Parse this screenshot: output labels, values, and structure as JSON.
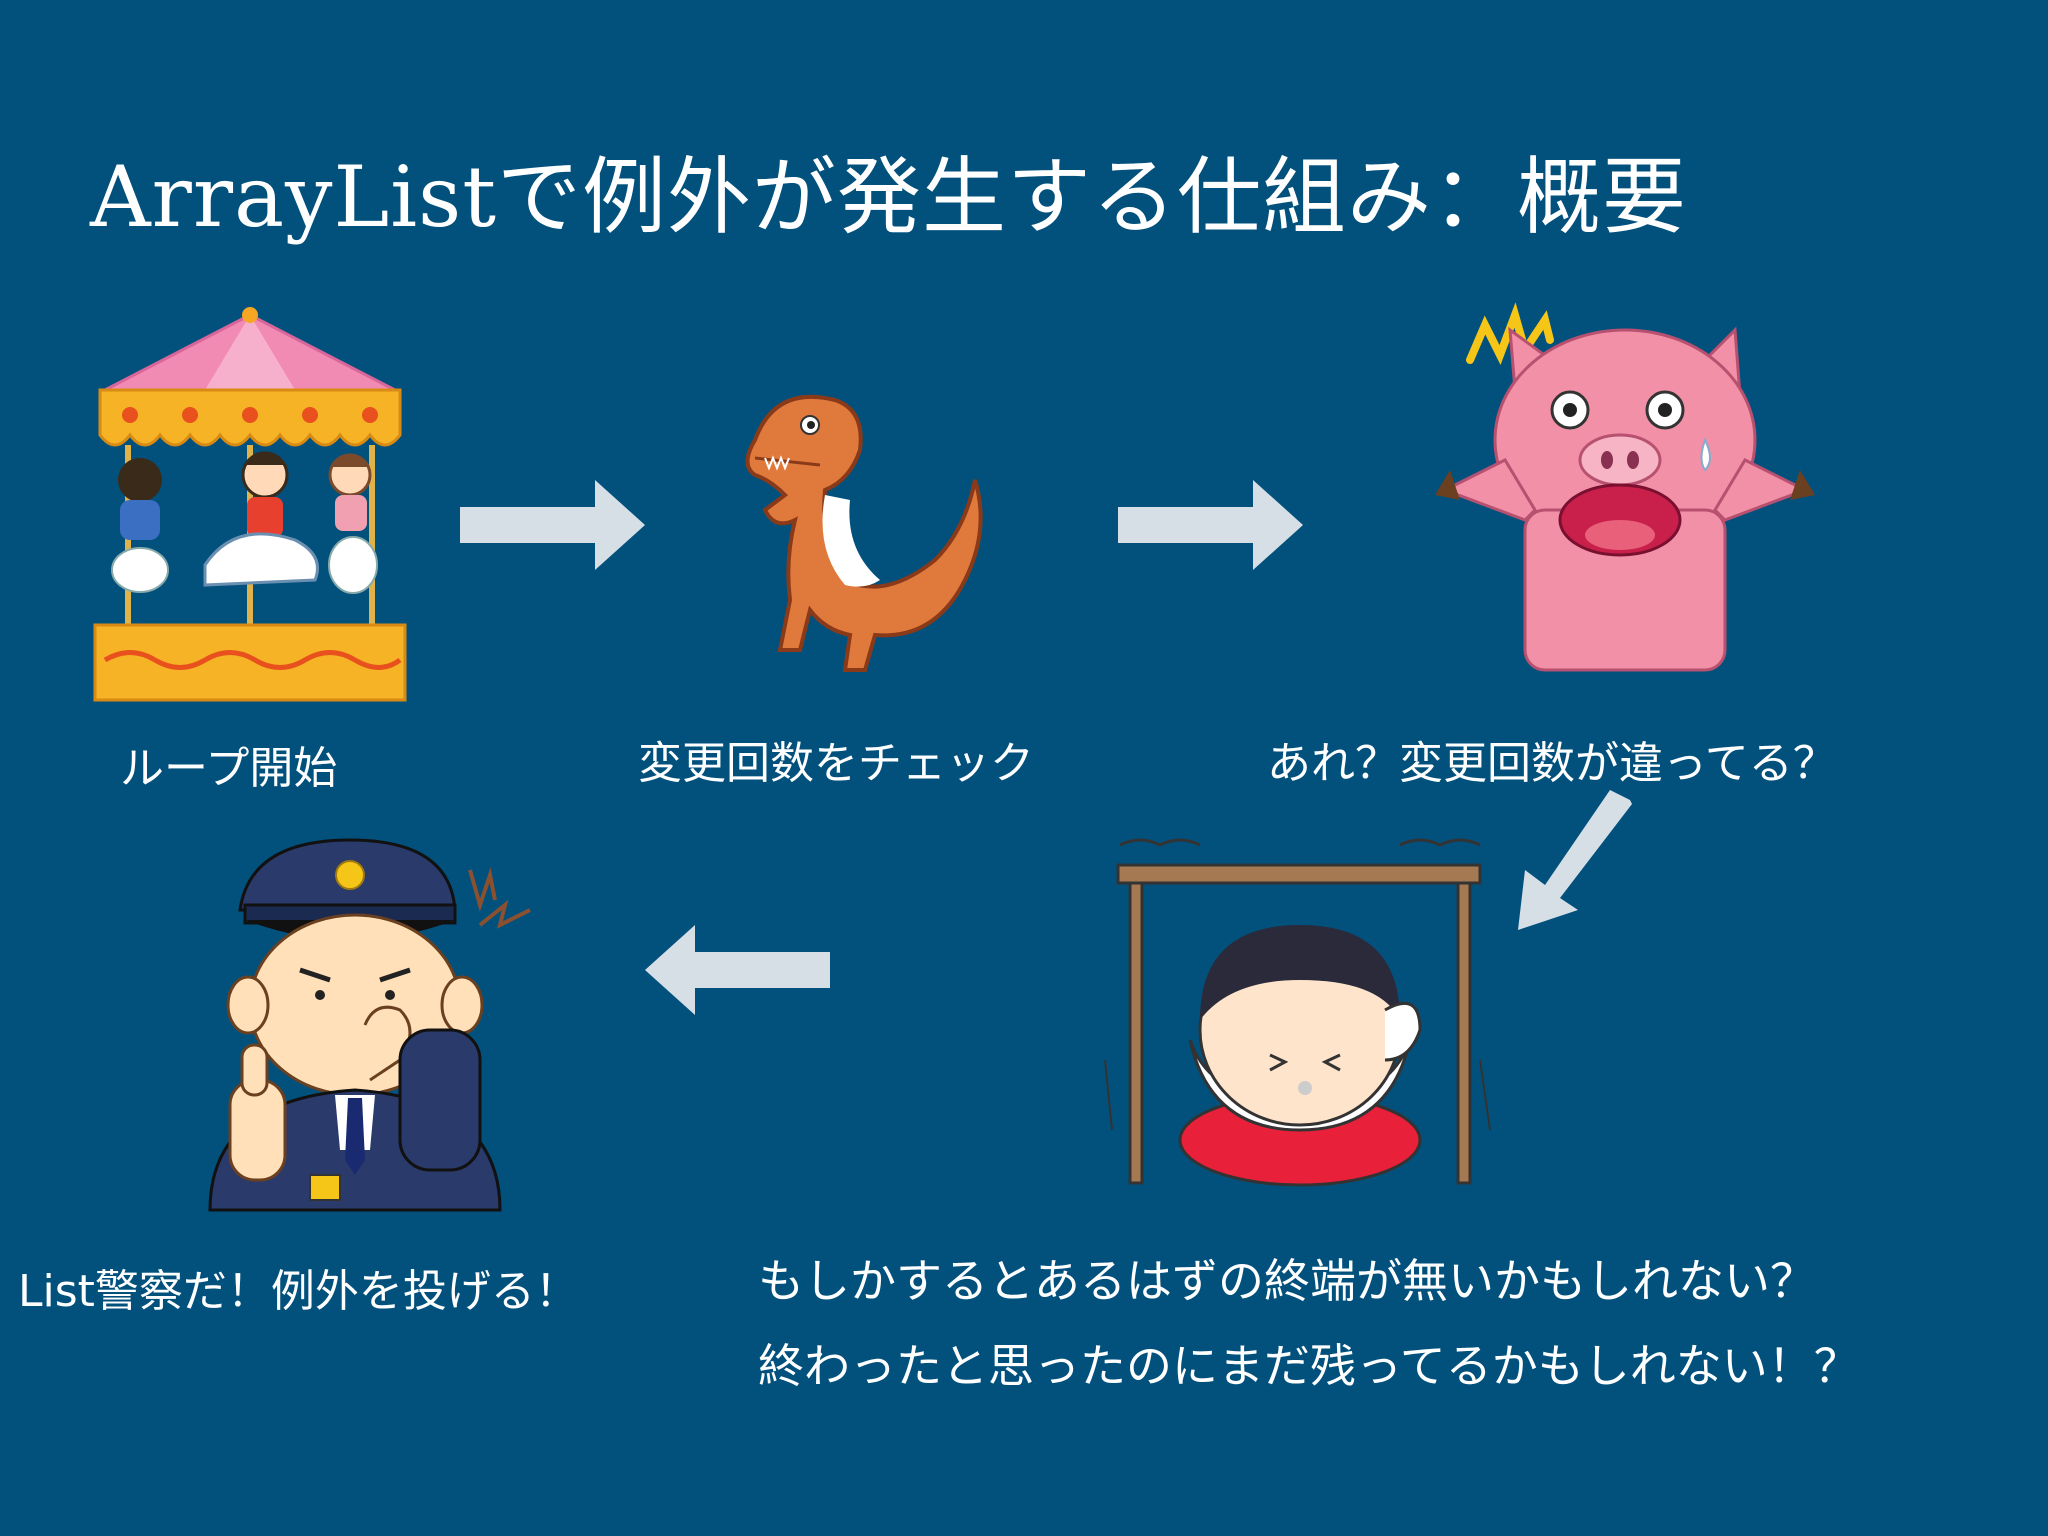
{
  "slide": {
    "title": "ArrayListで例外が発生する仕組み：概要"
  },
  "steps": [
    {
      "label": "ループ開始",
      "illustration": "carousel-icon"
    },
    {
      "label": "変更回数をチェック",
      "illustration": "dinosaur-icon"
    },
    {
      "label": "あれ？変更回数が違ってる？",
      "illustration": "surprised-pig-icon"
    },
    {
      "label": "",
      "illustration": "child-under-desk-icon"
    },
    {
      "label": "List警察だ！例外を投げる！",
      "illustration": "police-officer-icon"
    }
  ],
  "notes": [
    "もしかするとあるはずの終端が無いかもしれない？",
    "終わったと思ったのにまだ残ってるかもしれない！？"
  ],
  "colors": {
    "background": "#02517d",
    "arrow": "#d6dfe6",
    "text": "#ffffff"
  }
}
